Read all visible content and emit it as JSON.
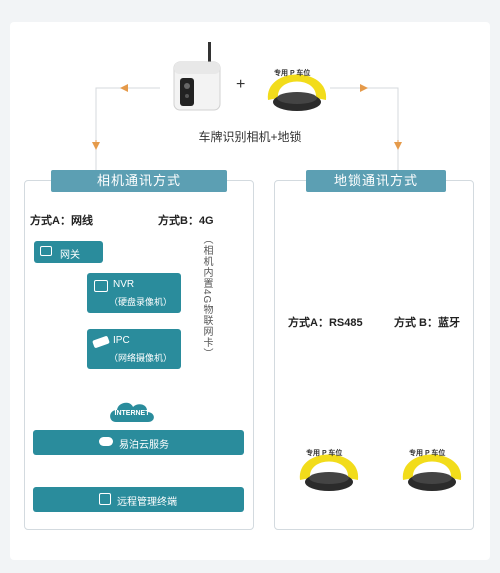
{
  "top": {
    "plus": "+",
    "caption": "车牌识别相机+地锁",
    "lock_sign_text": "专用 P 车位"
  },
  "left_panel": {
    "header": "相机通讯方式",
    "method_a": "方式A：网线",
    "method_b": "方式B：4G",
    "method_b_note": "（相机内置4G物联网卡）",
    "gateway": "网关",
    "nvr_title": "NVR",
    "nvr_sub": "（硬盘录像机）",
    "ipc_title": "IPC",
    "ipc_sub": "（网络摄像机）",
    "internet": "INTERNET",
    "cloud_service": "易泊云服务",
    "remote_terminal": "远程管理终端"
  },
  "right_panel": {
    "header": "地锁通讯方式",
    "method_a": "方式A：RS485",
    "method_b": "方式 B：蓝牙"
  },
  "colors": {
    "header_bg": "#5c9fb3",
    "box_bg": "#2a8c9c",
    "arrow": "#e59a4a",
    "line": "#c9cfd4",
    "lock_yellow": "#f2dc1b"
  }
}
